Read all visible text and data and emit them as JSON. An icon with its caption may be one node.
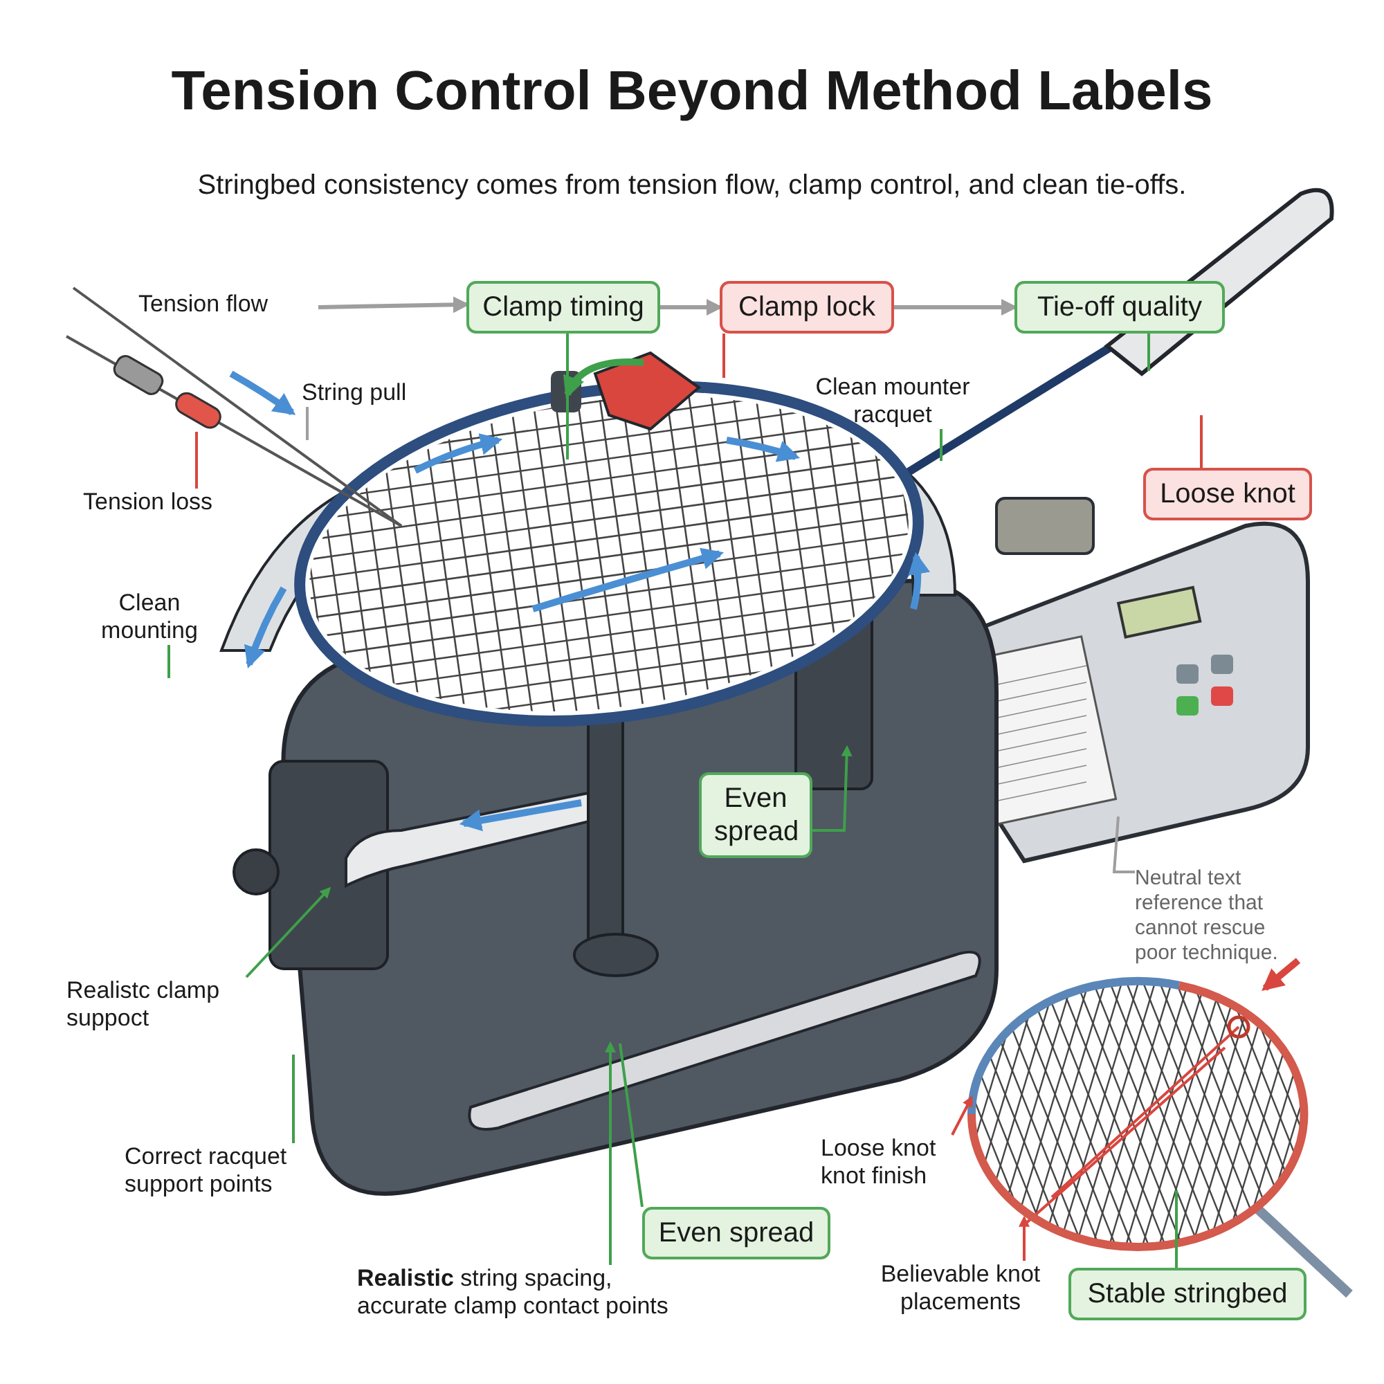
{
  "diagram": {
    "title": "Tension Control Beyond Method Labels",
    "nodes": [
      {
        "text": [
          "Tension flow"
        ]
      },
      {
        "text": [
          "Clamp timing"
        ]
      },
      {
        "text": [
          "Clamp lock"
        ]
      },
      {
        "text": [
          "Tie-off quality"
        ]
      },
      {
        "text": [
          "String pull"
        ]
      },
      {
        "text": [
          "Tension loss"
        ]
      },
      {
        "text": [
          "Clean mounter racquet"
        ]
      },
      {
        "text": [
          "Loose knot"
        ]
      },
      {
        "text": [
          "Clean mounting"
        ]
      },
      {
        "text": [
          "Even spread"
        ]
      },
      {
        "text": [
          "Neutral text reference that cannot rescue poor technique."
        ]
      },
      {
        "text": [
          "Realistc clamp suppoct"
        ]
      },
      {
        "text": [
          "Correct racquet support points"
        ]
      },
      {
        "text": [
          "Loose knot knot finish"
        ]
      },
      {
        "text": [
          "Even spread"
        ]
      },
      {
        "text": [
          "**Realistic** string spacing, accurate clamp contact points"
        ]
      },
      {
        "text": [
          "Believable knot placements"
        ]
      },
      {
        "text": [
          "Stable stringbed"
        ]
      }
    ],
    "edges": [
      {
        "from": 0,
        "to": 1,
        "arrow": "to",
        "color": "#9e9e9e"
      },
      {
        "from": 1,
        "to": 2,
        "arrow": "to",
        "color": "#9e9e9e"
      },
      {
        "from": 2,
        "to": 3,
        "arrow": "to",
        "color": "#9e9e9e"
      },
      {
        "from": 1,
        "to": null,
        "arrow": "none"
      },
      {
        "from": 2,
        "to": null,
        "arrow": "none",
        "color": "#d9463e"
      },
      {
        "from": 3,
        "to": null,
        "arrow": "none"
      },
      {
        "from": 4,
        "to": null,
        "arrow": "none",
        "color": "#9e9e9e"
      },
      {
        "from": 5,
        "to": null,
        "arrow": "none",
        "color": "#d9463e"
      },
      {
        "from": 6,
        "to": null,
        "arrow": "none"
      },
      {
        "from": 7,
        "to": null,
        "arrow": "none",
        "color": "#d9463e"
      },
      {
        "from": 8,
        "to": null,
        "arrow": "none"
      },
      {
        "from": 9,
        "to": null,
        "arrow": "to"
      },
      {
        "from": 10,
        "to": null,
        "arrow": "none",
        "color": "#9e9e9e"
      },
      {
        "from": 11,
        "to": null,
        "arrow": "to"
      },
      {
        "from": 12,
        "to": null,
        "arrow": "none"
      },
      {
        "from": 13,
        "to": null,
        "arrow": "to",
        "color": "#d9463e"
      },
      {
        "from": 14,
        "to": null,
        "arrow": "none"
      },
      {
        "from": 15,
        "to": null,
        "arrow": "to"
      },
      {
        "from": 16,
        "to": null,
        "arrow": "to",
        "color": "#d9463e"
      },
      {
        "from": 17,
        "to": null,
        "arrow": "none"
      }
    ],
    "labels": [
      "Stringbed consistency comes from tension flow, clamp control, and clean tie-offs."
    ]
  }
}
